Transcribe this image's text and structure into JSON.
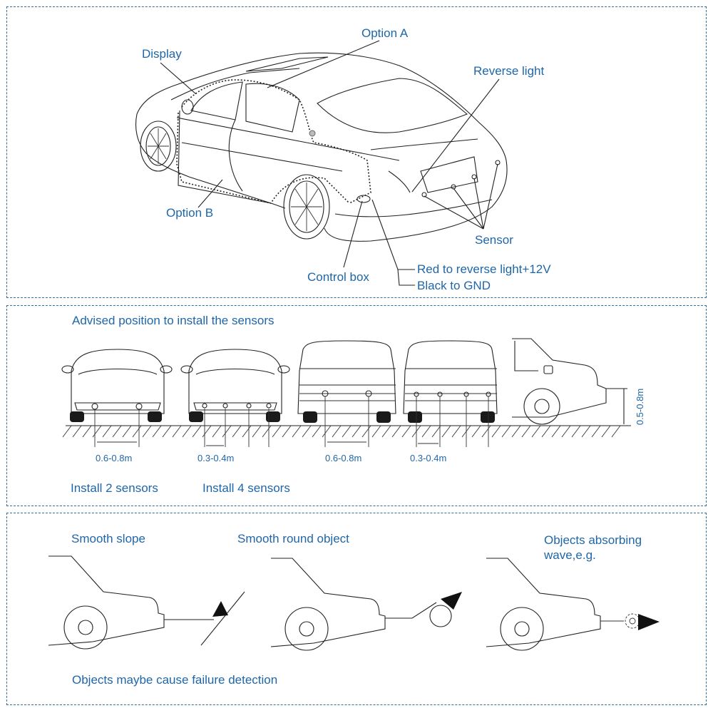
{
  "panel_overview": {
    "labels": {
      "option_a": "Option A",
      "display": "Display",
      "reverse_light": "Reverse light",
      "option_b": "Option B",
      "sensor": "Sensor",
      "control_box": "Control box",
      "red_wire": "Red to reverse light+12V",
      "black_wire": "Black to GND"
    }
  },
  "panel_positions": {
    "title": "Advised position to install the sensors",
    "front_2_spacing": "0.6-0.8m",
    "front_4_spacing": "0.3-0.4m",
    "rear_2_spacing": "0.6-0.8m",
    "rear_4_spacing": "0.3-0.4m",
    "height": "0.5-0.8m",
    "install_2": "Install 2 sensors",
    "install_4": "Install 4 sensors"
  },
  "panel_failures": {
    "smooth_slope": "Smooth slope",
    "smooth_round": "Smooth round object",
    "absorbing": "Objects absorbing wave,e.g.",
    "footer": "Objects maybe cause failure detection"
  },
  "colors": {
    "label": "#1f66a8",
    "border": "#2f6f9a"
  }
}
